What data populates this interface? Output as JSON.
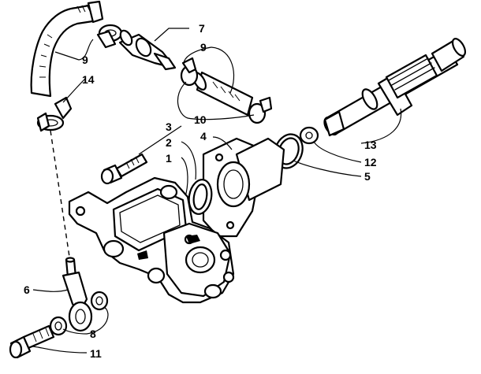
{
  "callouts": [
    {
      "id": "c1",
      "text": "1"
    },
    {
      "id": "c2",
      "text": "2"
    },
    {
      "id": "c3",
      "text": "3"
    },
    {
      "id": "c4",
      "text": "4"
    },
    {
      "id": "c5",
      "text": "5"
    },
    {
      "id": "c6",
      "text": "6"
    },
    {
      "id": "c7",
      "text": "7"
    },
    {
      "id": "c8",
      "text": "8"
    },
    {
      "id": "c9a",
      "text": "9"
    },
    {
      "id": "c9b",
      "text": "9"
    },
    {
      "id": "c10",
      "text": "10"
    },
    {
      "id": "c11",
      "text": "11"
    },
    {
      "id": "c12",
      "text": "12"
    },
    {
      "id": "c13",
      "text": "13"
    },
    {
      "id": "c14",
      "text": "14"
    }
  ]
}
